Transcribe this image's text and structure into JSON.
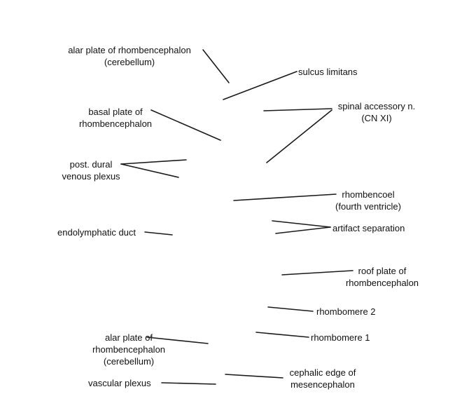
{
  "labels": {
    "alar_plate_top": [
      "alar plate of rhombencephalon",
      "(cerebellum)"
    ],
    "sulcus_limitans": [
      "sulcus limitans"
    ],
    "basal_plate": [
      "basal plate of",
      "rhombencephalon"
    ],
    "spinal_accessory": [
      "spinal accessory n.",
      "(CN XI)"
    ],
    "post_dural": [
      "post. dural",
      "venous plexus"
    ],
    "rhombencoel": [
      "rhombencoel",
      "(fourth ventricle)"
    ],
    "endolymphatic_duct": [
      "endolymphatic duct"
    ],
    "artifact_separation": [
      "artifact separation"
    ],
    "roof_plate": [
      "roof plate of",
      "rhombencephalon"
    ],
    "rhombomere_2": [
      "rhombomere 2"
    ],
    "rhombomere_1": [
      "rhombomere 1"
    ],
    "alar_plate_bottom": [
      "alar plate of",
      "rhombencephalon",
      "(cerebellum)"
    ],
    "cephalic_edge": [
      "cephalic edge of",
      "mesencephalon"
    ],
    "vascular_plexus": [
      "vascular plexus"
    ]
  },
  "colors": {
    "text": "#111111",
    "line": "#1a1a1a",
    "background": "#ffffff"
  }
}
